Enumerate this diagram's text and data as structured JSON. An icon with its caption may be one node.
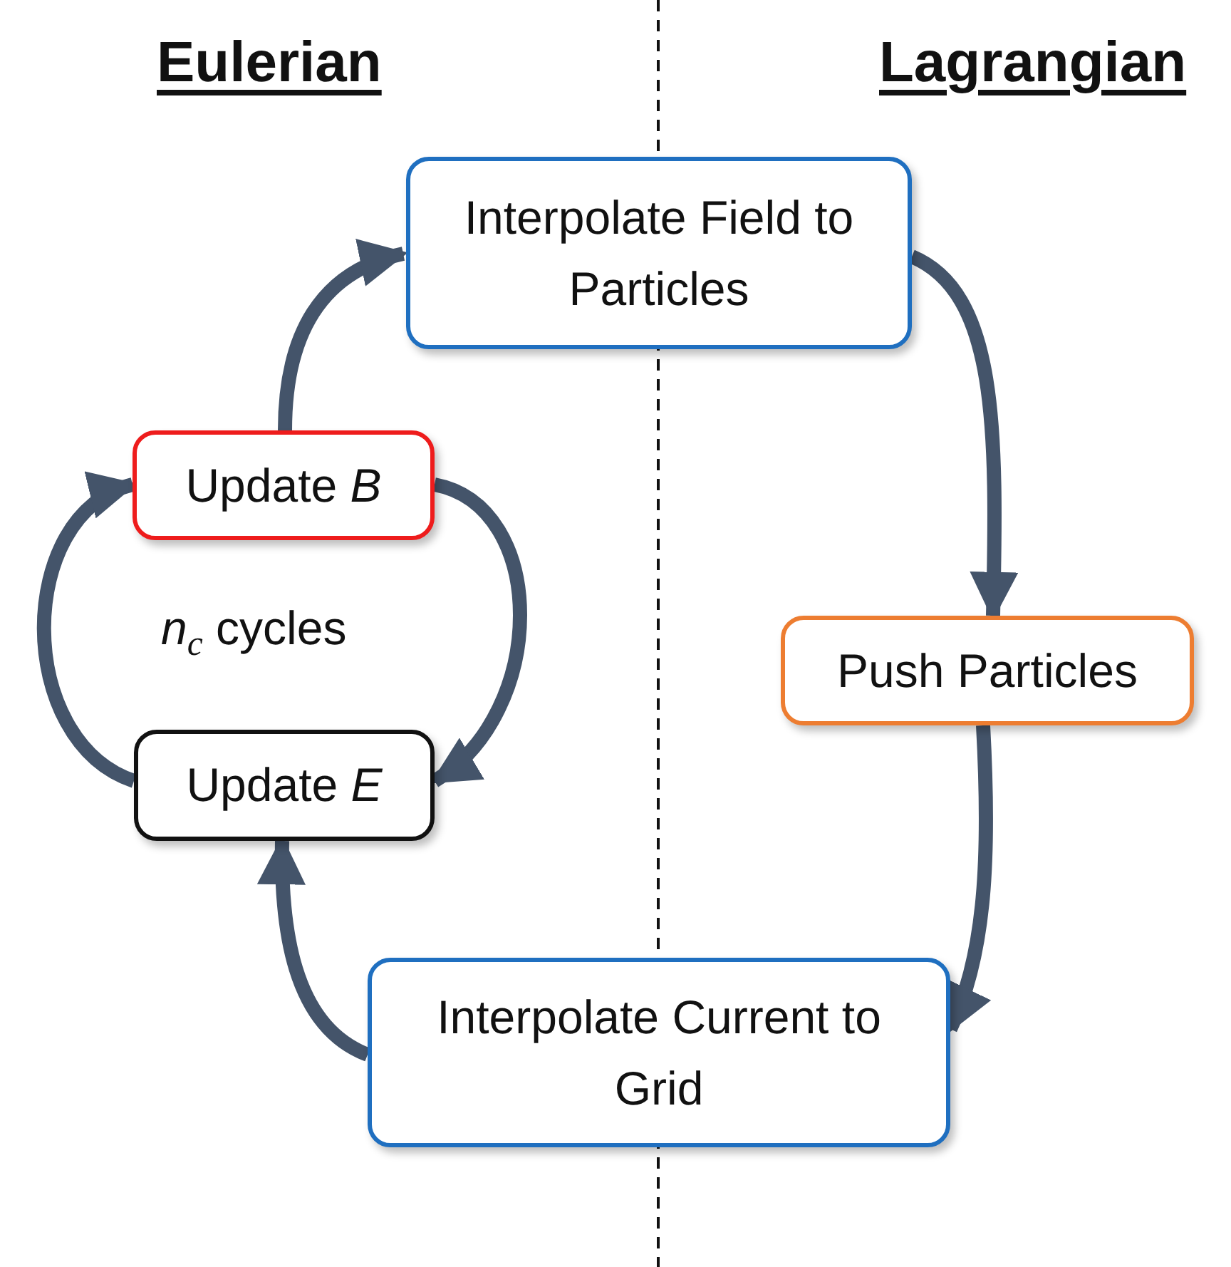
{
  "diagram": {
    "nodes": [
      {
        "text": [
          "Interpolate Field to Particles"
        ]
      },
      {
        "text": [
          "Update *B*"
        ]
      },
      {
        "text": [
          "Update *E*"
        ]
      },
      {
        "text": [
          "Push Particles"
        ]
      },
      {
        "text": [
          "Interpolate Current to Grid"
        ]
      }
    ],
    "edges": [
      {
        "from": 1,
        "to": 0,
        "arrow": "to"
      },
      {
        "from": 0,
        "to": 3,
        "arrow": "to"
      },
      {
        "from": 3,
        "to": 4,
        "arrow": "to"
      },
      {
        "from": 4,
        "to": 2,
        "arrow": "to"
      },
      {
        "from": 1,
        "to": 2,
        "arrow": "to"
      },
      {
        "from": 2,
        "to": 1,
        "arrow": "to"
      }
    ],
    "labels": [
      "Eulerian",
      "Lagrangian",
      "*n*$_{c}$ cycles"
    ]
  }
}
